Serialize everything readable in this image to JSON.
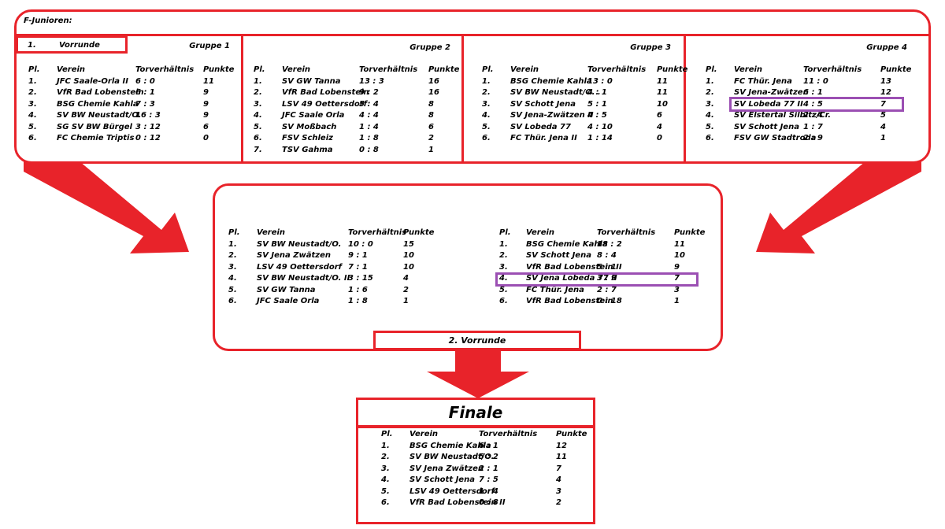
{
  "title": "F-Junioren:",
  "round1": {
    "num": "1.",
    "label": "Vorrunde",
    "groups": [
      {
        "title": "Gruppe 1",
        "headers": [
          "Pl.",
          "Verein",
          "Torverhältnis",
          "Punkte"
        ],
        "rows": [
          [
            "1.",
            "JFC Saale-Orla II",
            "6 : 0",
            "11"
          ],
          [
            "2.",
            "VfR Bad Lobenstein",
            "6 : 1",
            "9"
          ],
          [
            "3.",
            "BSG Chemie Kahla",
            "7 : 3",
            "9"
          ],
          [
            "4.",
            "SV BW Neustadt/O.",
            "16 : 3",
            "9"
          ],
          [
            "5.",
            "SG SV BW Bürgel",
            "3 : 12",
            "6"
          ],
          [
            "6.",
            "FC Chemie Triptis",
            "0 : 12",
            "0"
          ]
        ]
      },
      {
        "title": "Gruppe 2",
        "headers": [
          "Pl.",
          "Verein",
          "Torverhältnis",
          "Punkte"
        ],
        "rows": [
          [
            "1.",
            "SV GW Tanna",
            "13 : 3",
            "16"
          ],
          [
            "2.",
            "VfR Bad Lobenstein",
            "9 : 2",
            "16"
          ],
          [
            "3.",
            "LSV 49 Oettersdorf",
            "5 : 4",
            "8"
          ],
          [
            "4.",
            "JFC Saale Orla",
            "4 : 4",
            "8"
          ],
          [
            "5.",
            "SV Moßbach",
            "1 : 4",
            "6"
          ],
          [
            "6.",
            "FSV Schleiz",
            "1 : 8",
            "2"
          ],
          [
            "7.",
            "TSV Gahma",
            "0 : 8",
            "1"
          ]
        ]
      },
      {
        "title": "Gruppe 3",
        "headers": [
          "Pl.",
          "Verein",
          "Torverhältnis",
          "Punkte"
        ],
        "rows": [
          [
            "1.",
            "BSG Chemie Kahla",
            "13 : 0",
            "11"
          ],
          [
            "2.",
            "SV BW Neustadt/O. .",
            "4 : 1",
            "11"
          ],
          [
            "3.",
            "SV Schott Jena",
            "5 : 1",
            "10"
          ],
          [
            "4.",
            "SV Jena-Zwätzen II",
            "4 : 5",
            "6"
          ],
          [
            "5.",
            "SV Lobeda 77",
            "4 : 10",
            "4"
          ],
          [
            "6.",
            "FC Thür. Jena II",
            "1 : 14",
            "0"
          ]
        ]
      },
      {
        "title": "Gruppe 4",
        "headers": [
          "Pl.",
          "Verein",
          "Torverhältnis",
          "Punkte"
        ],
        "rows": [
          [
            "1.",
            "FC Thür. Jena",
            "11 : 0",
            "13"
          ],
          [
            "2.",
            "SV Jena-Zwätzen",
            "6 : 1",
            "12"
          ],
          [
            "3.",
            "SV Lobeda 77 II",
            "4 : 5",
            "7"
          ],
          [
            "4.",
            "SV Elstertal Silbitz/Cr.",
            "2 : 4",
            "5"
          ],
          [
            "5.",
            "SV Schott Jena",
            "1 : 7",
            "4"
          ],
          [
            "6.",
            "FSV GW Stadtroda",
            "2 : 9",
            "1"
          ]
        ]
      }
    ]
  },
  "round2": {
    "label": "2. Vorrunde",
    "tables": [
      {
        "headers": [
          "Pl.",
          "Verein",
          "Torverhältnis",
          "Punkte"
        ],
        "rows": [
          [
            "1.",
            "SV BW Neustadt/O.",
            "10 : 0",
            "15"
          ],
          [
            "2.",
            "SV Jena Zwätzen",
            "9 : 1",
            "10"
          ],
          [
            "3.",
            "LSV 49 Oettersdorf",
            "7 : 1",
            "10"
          ],
          [
            "4.",
            "SV BW Neustadt/O. II",
            "3 : 15",
            "4"
          ],
          [
            "5.",
            "SV GW Tanna",
            "1 : 6",
            "2"
          ],
          [
            "6.",
            "JFC Saale Orla",
            "1 : 8",
            "1"
          ]
        ]
      },
      {
        "headers": [
          "Pl.",
          "Verein",
          "Torverhältnis",
          "Punkte"
        ],
        "rows": [
          [
            "1.",
            "BSG Chemie Kahla",
            "18 : 2",
            "11"
          ],
          [
            "2.",
            "SV Schott Jena",
            "8 : 4",
            "10"
          ],
          [
            "3.",
            "VfR Bad Lobenstein II",
            "5 : 1",
            "9"
          ],
          [
            "4.",
            "SV Jena Lobeda 77 II",
            "3 : 9",
            "7"
          ],
          [
            "5.",
            "FC Thür. Jena",
            "2 : 7",
            "3"
          ],
          [
            "6.",
            "VfR Bad Lobenstein",
            "0 : 18",
            "1"
          ]
        ]
      }
    ]
  },
  "final": {
    "title": "Finale",
    "headers": [
      "Pl.",
      "Verein",
      "Torverhältnis",
      "Punkte"
    ],
    "rows": [
      [
        "1.",
        "BSG Chemie Kahla",
        "6 : 1",
        "12"
      ],
      [
        "2.",
        "SV BW Neustadt/O.",
        "5 : 2",
        "11"
      ],
      [
        "3.",
        "SV Jena Zwätzen",
        "2 : 1",
        "7"
      ],
      [
        "4.",
        "SV Schott Jena",
        "7 : 5",
        "4"
      ],
      [
        "5.",
        "LSV 49 Oettersdorf",
        "1 : 4",
        "3"
      ],
      [
        "6.",
        "VfR Bad Lobenstein II",
        "0 : 8",
        "2"
      ]
    ]
  },
  "colors": {
    "frame": "#e8232a",
    "highlight": "#9b4fb3"
  }
}
